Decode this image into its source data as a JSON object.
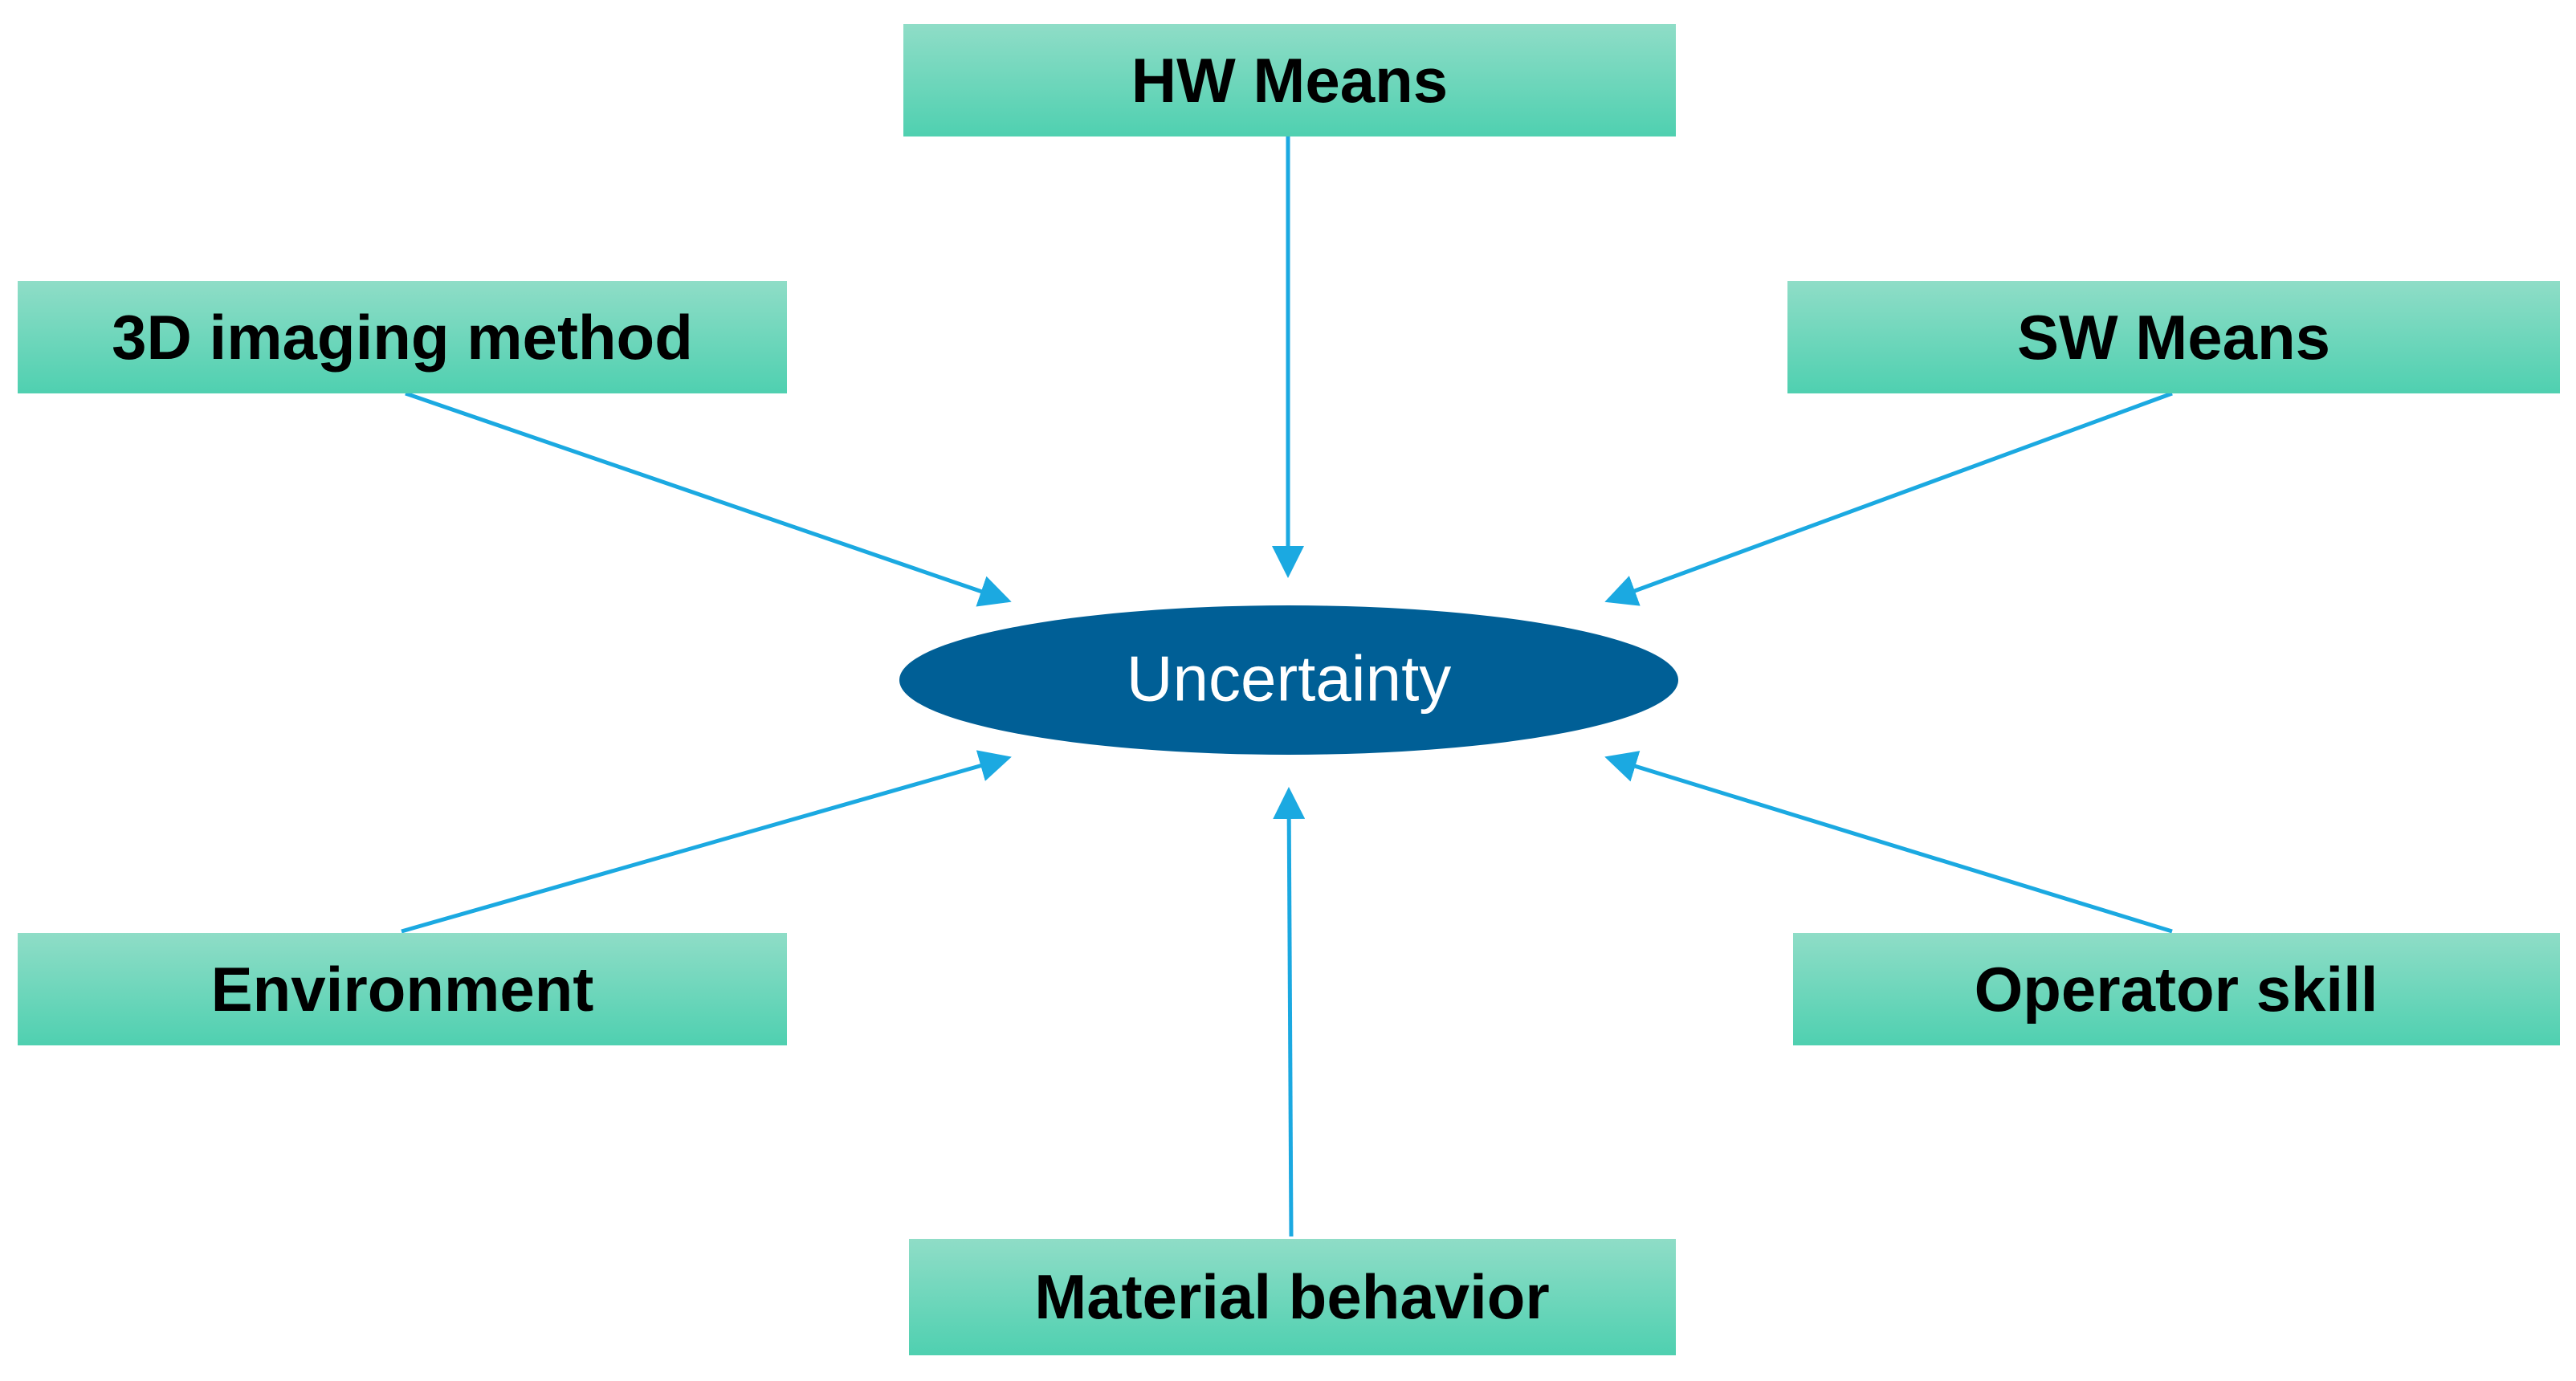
{
  "center": {
    "label": "Uncertainty"
  },
  "factors": {
    "hw_means": "HW Means",
    "imaging_method": "3D imaging method",
    "sw_means": "SW Means",
    "environment": "Environment",
    "operator_skill": "Operator skill",
    "material_behavior": "Material behavior"
  },
  "colors": {
    "box_fill_top": "#8fddc7",
    "box_fill_bottom": "#4fd0b0",
    "ellipse_fill": "#005f96",
    "arrow": "#1ba9e1",
    "text_dark": "#000000",
    "text_light": "#ffffff"
  }
}
